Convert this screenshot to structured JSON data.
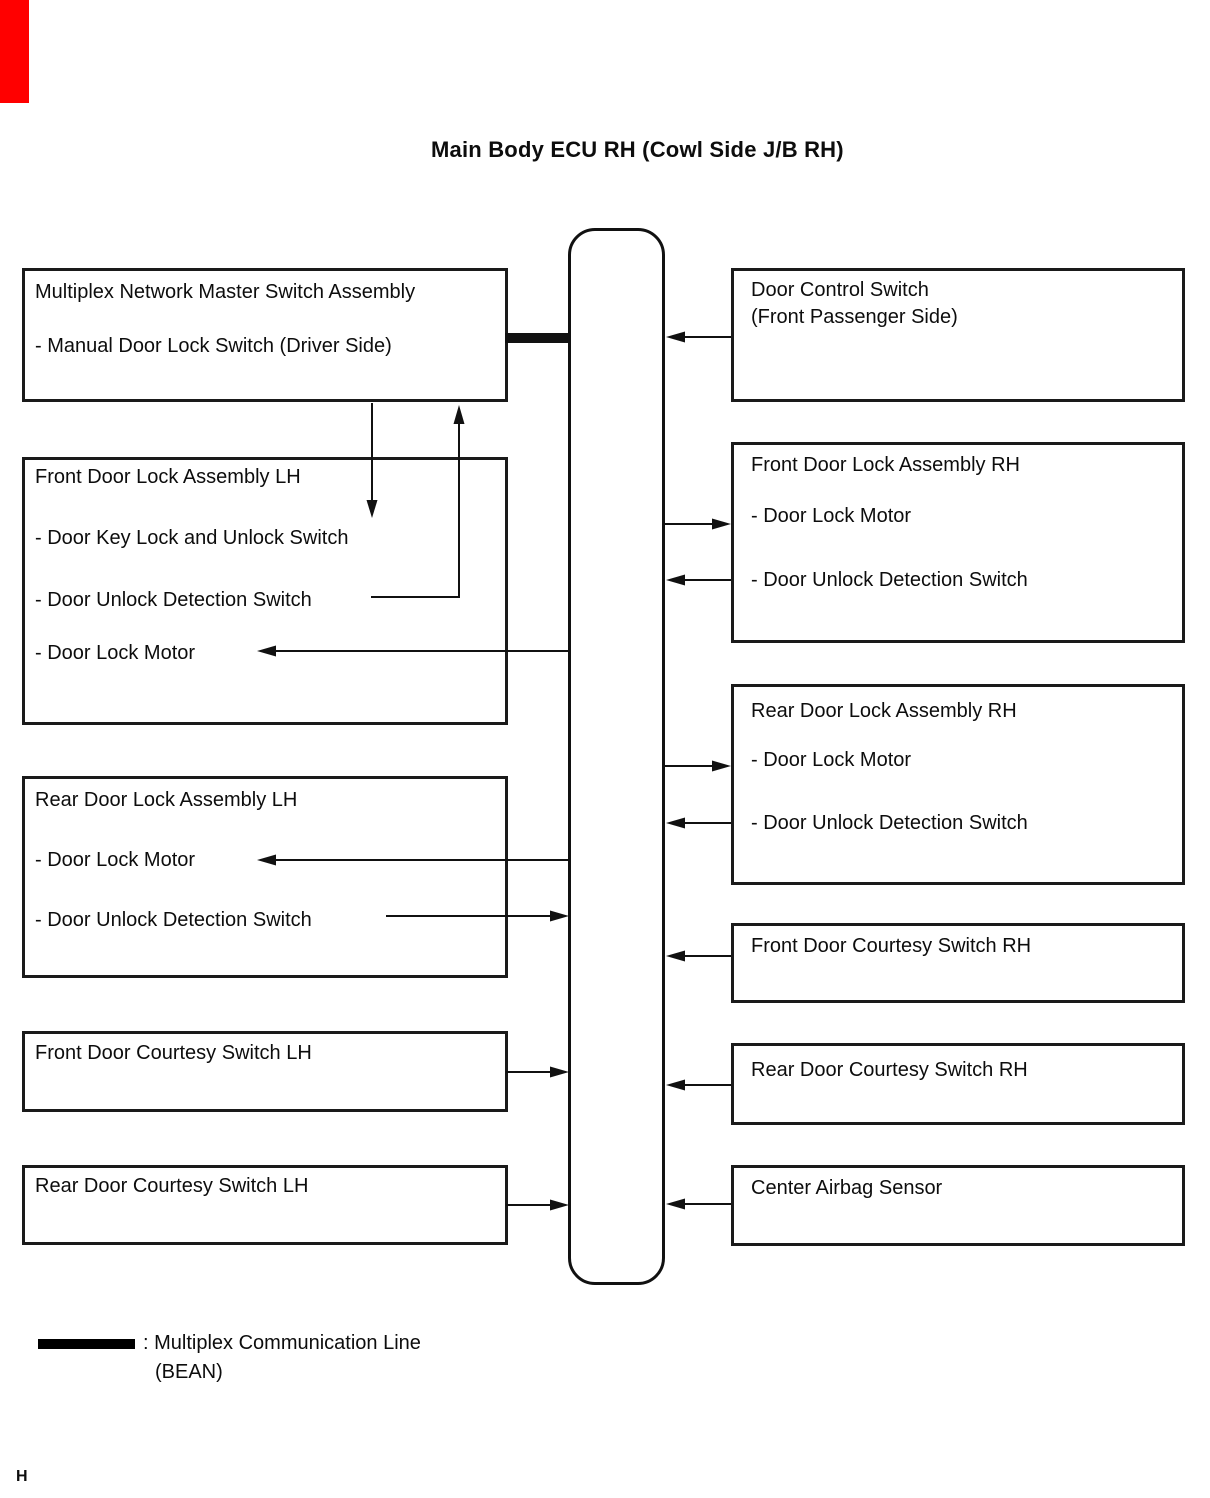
{
  "title": "Main Body ECU RH (Cowl Side J/B RH)",
  "left_boxes": [
    {
      "name": "multiplex-network-master-switch-assembly",
      "lines": [
        "Multiplex Network Master Switch Assembly",
        "- Manual Door Lock Switch (Driver Side)"
      ]
    },
    {
      "name": "front-door-lock-assembly-lh",
      "lines": [
        "Front Door Lock Assembly LH",
        "- Door Key Lock and Unlock Switch",
        "- Door Unlock Detection Switch",
        "- Door Lock Motor"
      ]
    },
    {
      "name": "rear-door-lock-assembly-lh",
      "lines": [
        "Rear Door Lock Assembly LH",
        "- Door Lock Motor",
        "- Door Unlock Detection Switch"
      ]
    },
    {
      "name": "front-door-courtesy-switch-lh",
      "lines": [
        "Front Door Courtesy Switch LH"
      ]
    },
    {
      "name": "rear-door-courtesy-switch-lh",
      "lines": [
        "Rear Door Courtesy Switch LH"
      ]
    }
  ],
  "right_boxes": [
    {
      "name": "door-control-switch",
      "lines": [
        "Door Control Switch",
        "(Front Passenger Side)"
      ]
    },
    {
      "name": "front-door-lock-assembly-rh",
      "lines": [
        "Front Door Lock Assembly RH",
        "- Door Lock Motor",
        "- Door Unlock Detection Switch"
      ]
    },
    {
      "name": "rear-door-lock-assembly-rh",
      "lines": [
        "Rear Door Lock Assembly RH",
        "- Door Lock Motor",
        "- Door Unlock Detection Switch"
      ]
    },
    {
      "name": "front-door-courtesy-switch-rh",
      "lines": [
        "Front Door Courtesy Switch RH"
      ]
    },
    {
      "name": "rear-door-courtesy-switch-rh",
      "lines": [
        "Rear Door Courtesy Switch RH"
      ]
    },
    {
      "name": "center-airbag-sensor",
      "lines": [
        "Center Airbag Sensor"
      ]
    }
  ],
  "legend": {
    "line_label": ": Multiplex Communication Line",
    "line_label2": "(BEAN)"
  },
  "footer": {
    "page_mark": "H"
  },
  "colors": {
    "background": "#ffffff",
    "diagram_line": "#000000",
    "box_border": "#1a1a1a",
    "corner_marker": "#ff0000"
  }
}
